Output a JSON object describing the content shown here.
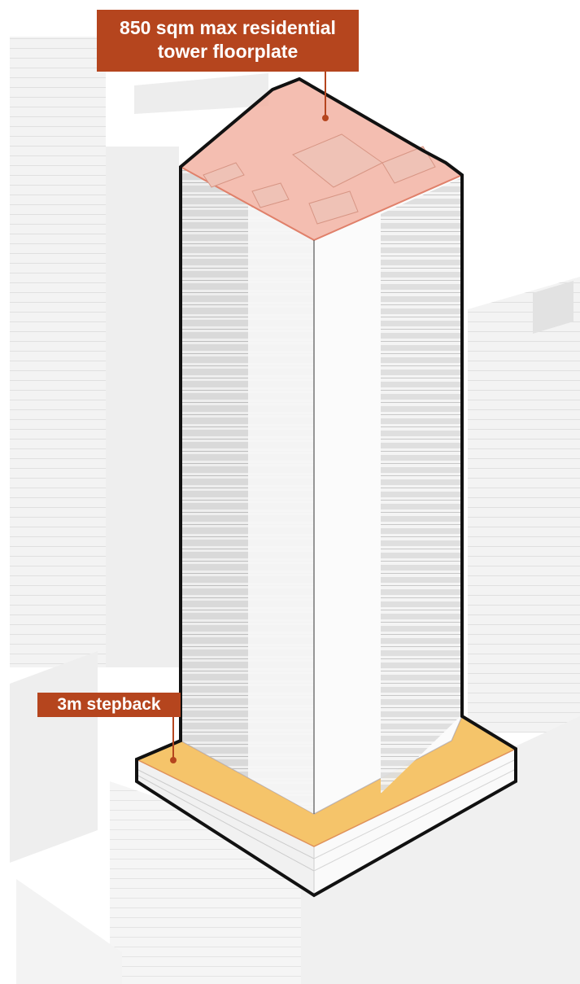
{
  "annotations": {
    "floorplate": {
      "line1": "850 sqm max residential",
      "line2": "tower floorplate"
    },
    "stepback": {
      "label": "3m stepback"
    }
  },
  "colors": {
    "callout": "#b5451e",
    "floorplate_fill": "#f2b3a3",
    "stepback_fill": "#f5c46a",
    "outline": "#111111",
    "context_buildings": "#e6e6e6",
    "facade_left": "#f3f3f3",
    "facade_right": "#fbfbfb"
  }
}
